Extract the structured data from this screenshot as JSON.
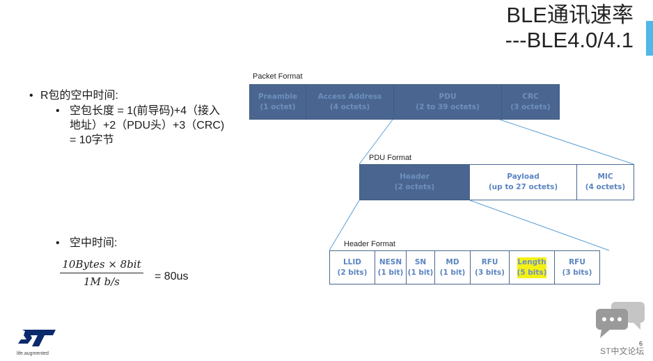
{
  "title": {
    "line1": "BLE通讯速率",
    "line2": "---BLE4.0/4.1"
  },
  "left": {
    "bullet1": "R包的空中时间:",
    "sub1_line1": "空包长度 = 1(前导码)+4（接入",
    "sub1_line2": "地址）+2（PDU头）+3（CRC)",
    "sub1_line3": "= 10字节",
    "bullet2": "空中时间:",
    "formula_numerator": "10Bytes × 8bit",
    "formula_denominator": "1M b/s",
    "formula_result": "= 80us",
    "bullet_char": "•"
  },
  "packet_format": {
    "label": "Packet Format",
    "cells": [
      {
        "name": "Preamble",
        "size": "(1 octet)"
      },
      {
        "name": "Access Address",
        "size": "(4 octets)"
      },
      {
        "name": "PDU",
        "size": "(2 to 39 octets)"
      },
      {
        "name": "CRC",
        "size": "(3 octets)"
      }
    ]
  },
  "pdu_format": {
    "label": "PDU Format",
    "cells": [
      {
        "name": "Header",
        "size": "(2 octets)"
      },
      {
        "name": "Payload",
        "size": "(up to 27 octets)"
      },
      {
        "name": "MIC",
        "size": "(4 octets)"
      }
    ]
  },
  "header_format": {
    "label": "Header Format",
    "cells": [
      {
        "name": "LLID",
        "size": "(2 bits)"
      },
      {
        "name": "NESN",
        "size": "(1 bit)"
      },
      {
        "name": "SN",
        "size": "(1 bit)"
      },
      {
        "name": "MD",
        "size": "(1 bit)"
      },
      {
        "name": "RFU",
        "size": "(3 bits)"
      },
      {
        "name": "Length",
        "size": "(5 bits)"
      },
      {
        "name": "RFU",
        "size": "(3 bits)"
      }
    ]
  },
  "colors": {
    "dark_cell": "#4a6690",
    "text_blue": "#5a84c0",
    "highlight": "#f4f215",
    "accent": "#4fb8e8"
  },
  "logo": {
    "tagline": "life.augmented",
    "icon": "st-logo-icon"
  },
  "watermark": {
    "text": "ST中文论坛",
    "icon": "chat-bubble-icon"
  },
  "page_number": "6"
}
